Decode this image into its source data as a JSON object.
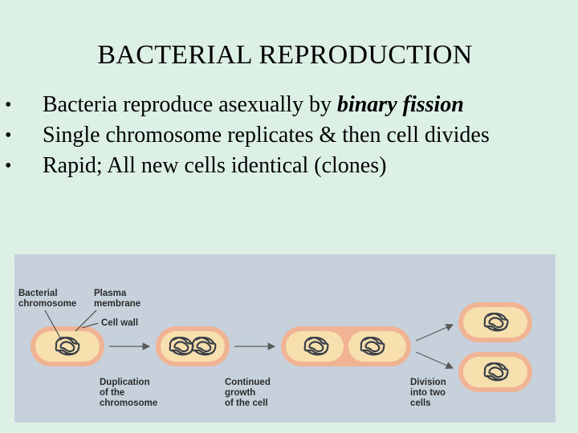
{
  "title": "BACTERIAL REPRODUCTION",
  "bullets": [
    {
      "marker": "•",
      "text": "Bacteria reproduce asexually by ",
      "emphasis": "binary fission"
    },
    {
      "marker": "•",
      "text": "Single chromosome replicates & then cell divides",
      "emphasis": ""
    },
    {
      "marker": "•",
      "text": "Rapid; All new cells identical (clones)",
      "emphasis": ""
    }
  ],
  "diagram": {
    "labels": {
      "bacterial_chromosome": "Bacterial\nchromosome",
      "plasma_membrane": "Plasma\nmembrane",
      "cell_wall": "Cell wall",
      "duplication": "Duplication\nof the\nchromosome",
      "continued_growth": "Continued\ngrowth\nof the cell",
      "division": "Division\ninto two\ncells"
    },
    "colors": {
      "background": "#c6d1db",
      "cell_wall": "#f0b494",
      "cytoplasm": "#f8dfae",
      "chromosome": "#3a4048",
      "arrow": "#5a5a5a"
    }
  }
}
